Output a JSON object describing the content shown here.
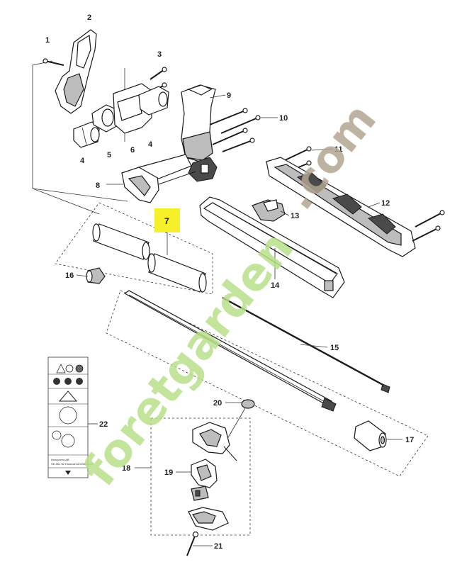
{
  "diagram": {
    "labels": [
      {
        "id": "1",
        "text": "1"
      },
      {
        "id": "2",
        "text": "2"
      },
      {
        "id": "3",
        "text": "3"
      },
      {
        "id": "4a",
        "text": "4"
      },
      {
        "id": "4b",
        "text": "4"
      },
      {
        "id": "5",
        "text": "5"
      },
      {
        "id": "6",
        "text": "6"
      },
      {
        "id": "7",
        "text": "7"
      },
      {
        "id": "8",
        "text": "8"
      },
      {
        "id": "9",
        "text": "9"
      },
      {
        "id": "10",
        "text": "10"
      },
      {
        "id": "11",
        "text": "11"
      },
      {
        "id": "12",
        "text": "12"
      },
      {
        "id": "13",
        "text": "13"
      },
      {
        "id": "14",
        "text": "14"
      },
      {
        "id": "15",
        "text": "15"
      },
      {
        "id": "16",
        "text": "16"
      },
      {
        "id": "17",
        "text": "17"
      },
      {
        "id": "18",
        "text": "18"
      },
      {
        "id": "19",
        "text": "19"
      },
      {
        "id": "20",
        "text": "20"
      },
      {
        "id": "21",
        "text": "21"
      },
      {
        "id": "22",
        "text": "22"
      }
    ],
    "highlight_color": "#f5f02a",
    "decal_lines": [
      "Husqvarna AB",
      "SE-561 82 Huskvarna 000000000"
    ]
  },
  "watermark": {
    "brand": "foretgarden",
    "suffix": ".com",
    "green": "#b9e08a",
    "grey": "#b3a692"
  }
}
